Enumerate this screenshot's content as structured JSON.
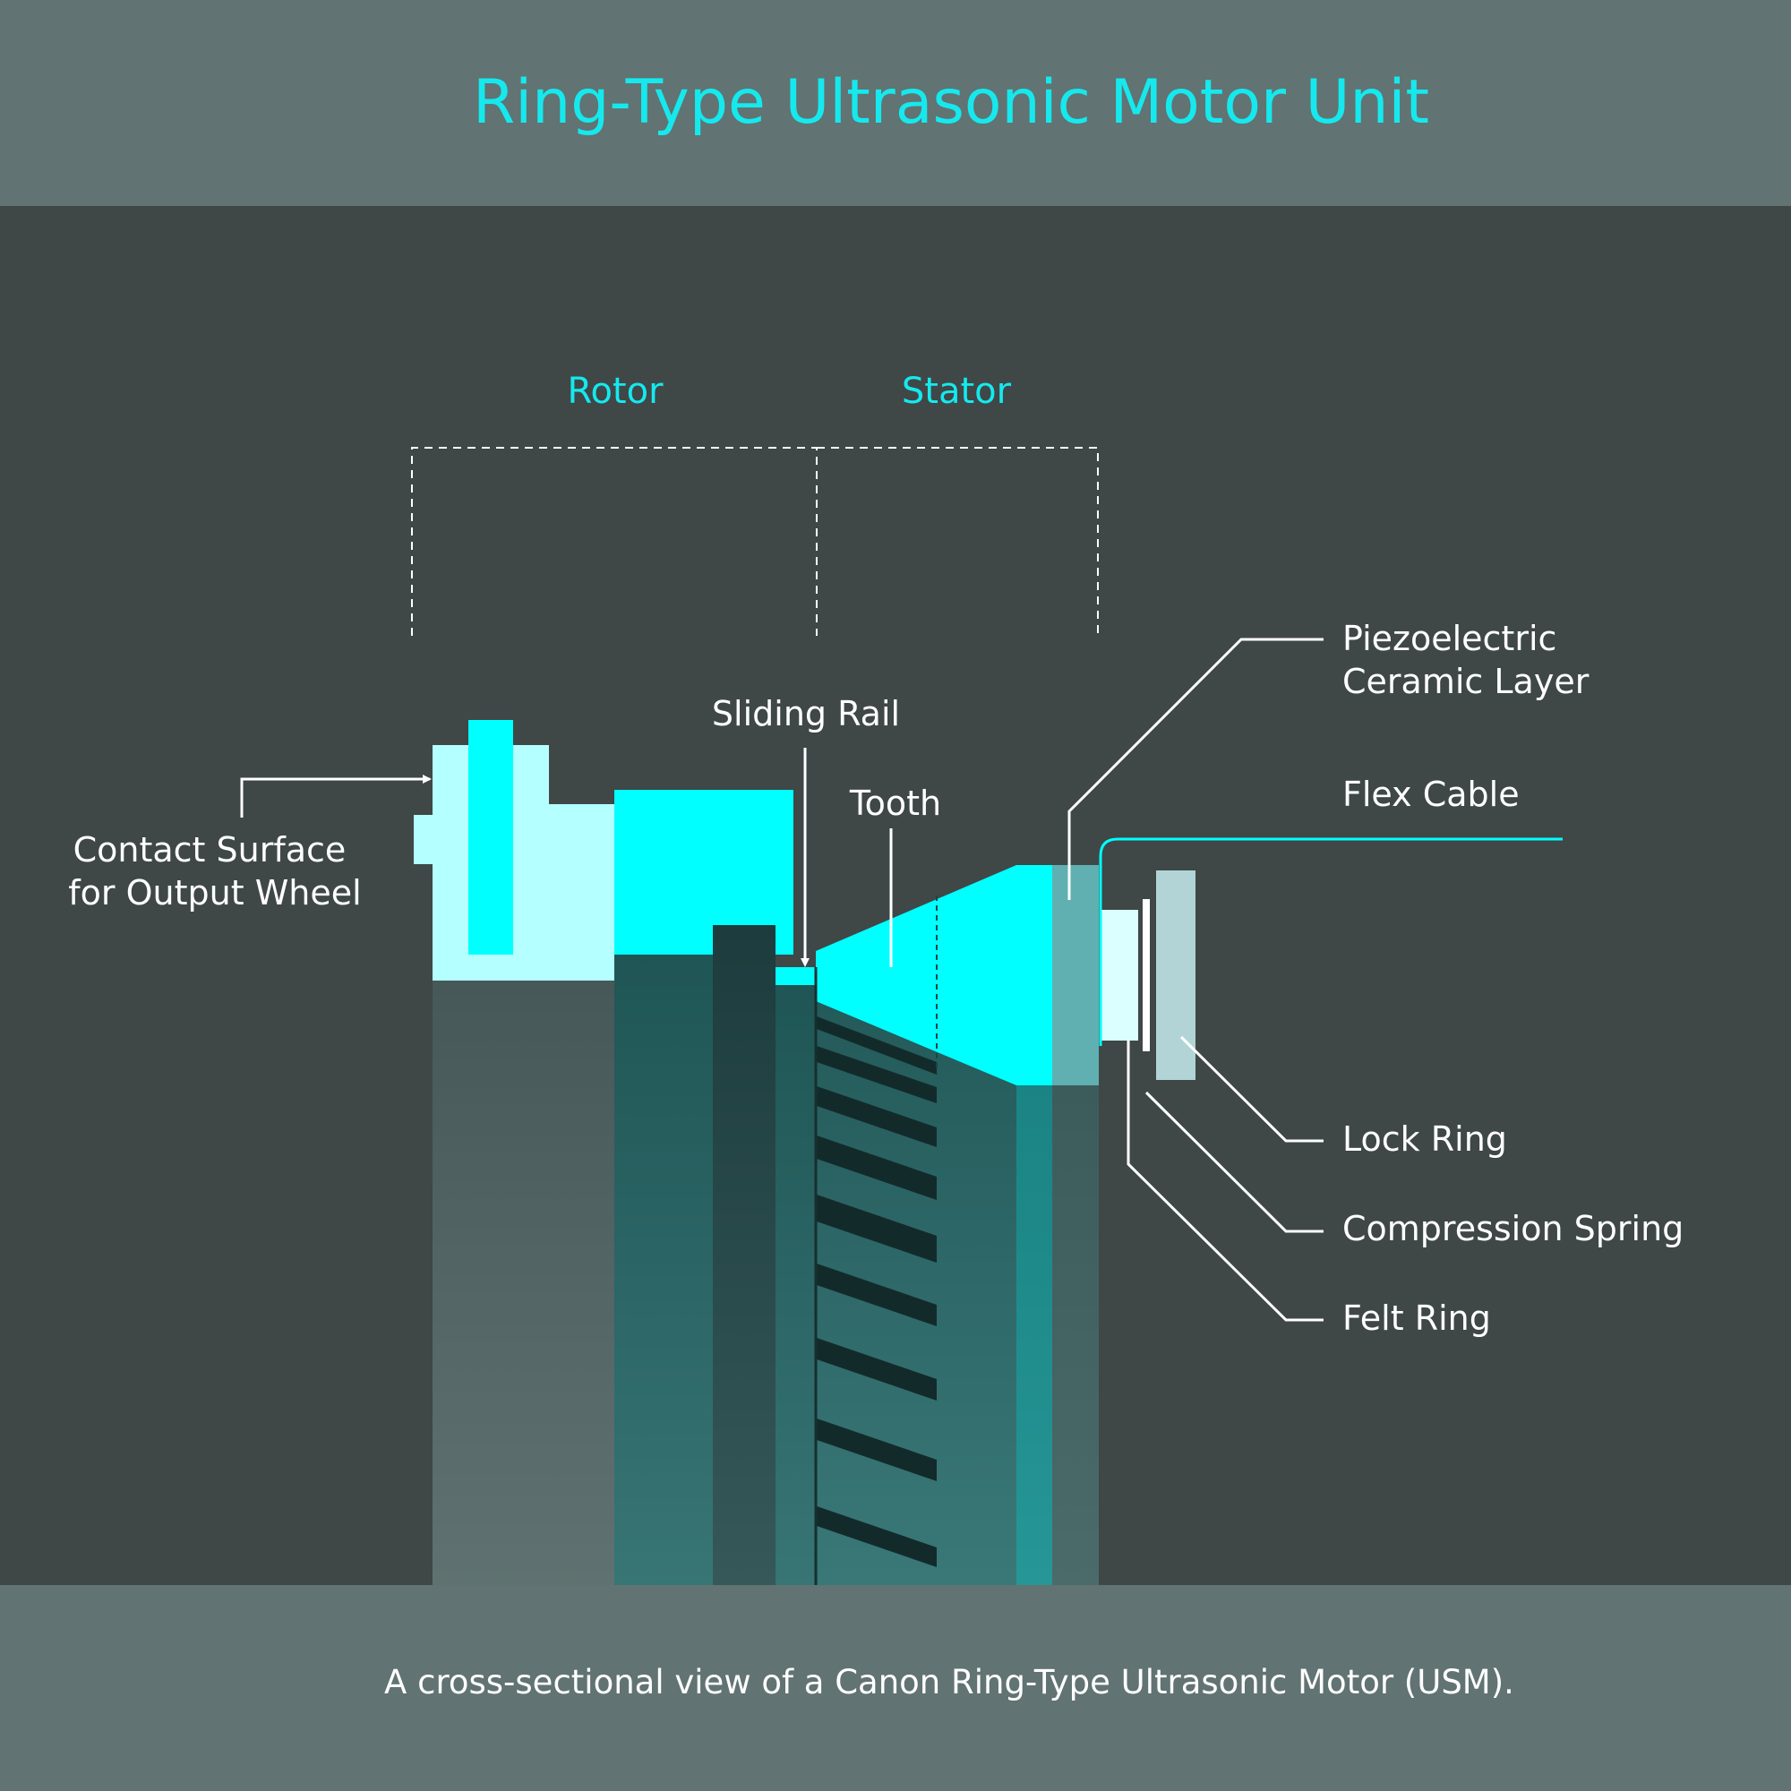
{
  "header": {
    "title": "Ring-Type Ultrasonic Motor Unit"
  },
  "groups": {
    "rotor": "Rotor",
    "stator": "Stator"
  },
  "labels": {
    "contact_surface": [
      "Contact Surface",
      "for Output Wheel"
    ],
    "sliding_rail": "Sliding Rail",
    "tooth": "Tooth",
    "piezo": [
      "Piezoelectric",
      "Ceramic Layer"
    ],
    "flex_cable": "Flex Cable",
    "lock_ring": "Lock Ring",
    "compression_spring": "Compression Spring",
    "felt_ring": "Felt Ring"
  },
  "footer": {
    "caption": "A cross-sectional view of a Canon Ring-Type Ultrasonic Motor (USM)."
  },
  "colors": {
    "header_band": "#617372",
    "background": "#3f4747",
    "accent_cyan": "#00ffff",
    "pale_cyan": "#b4ffff"
  }
}
